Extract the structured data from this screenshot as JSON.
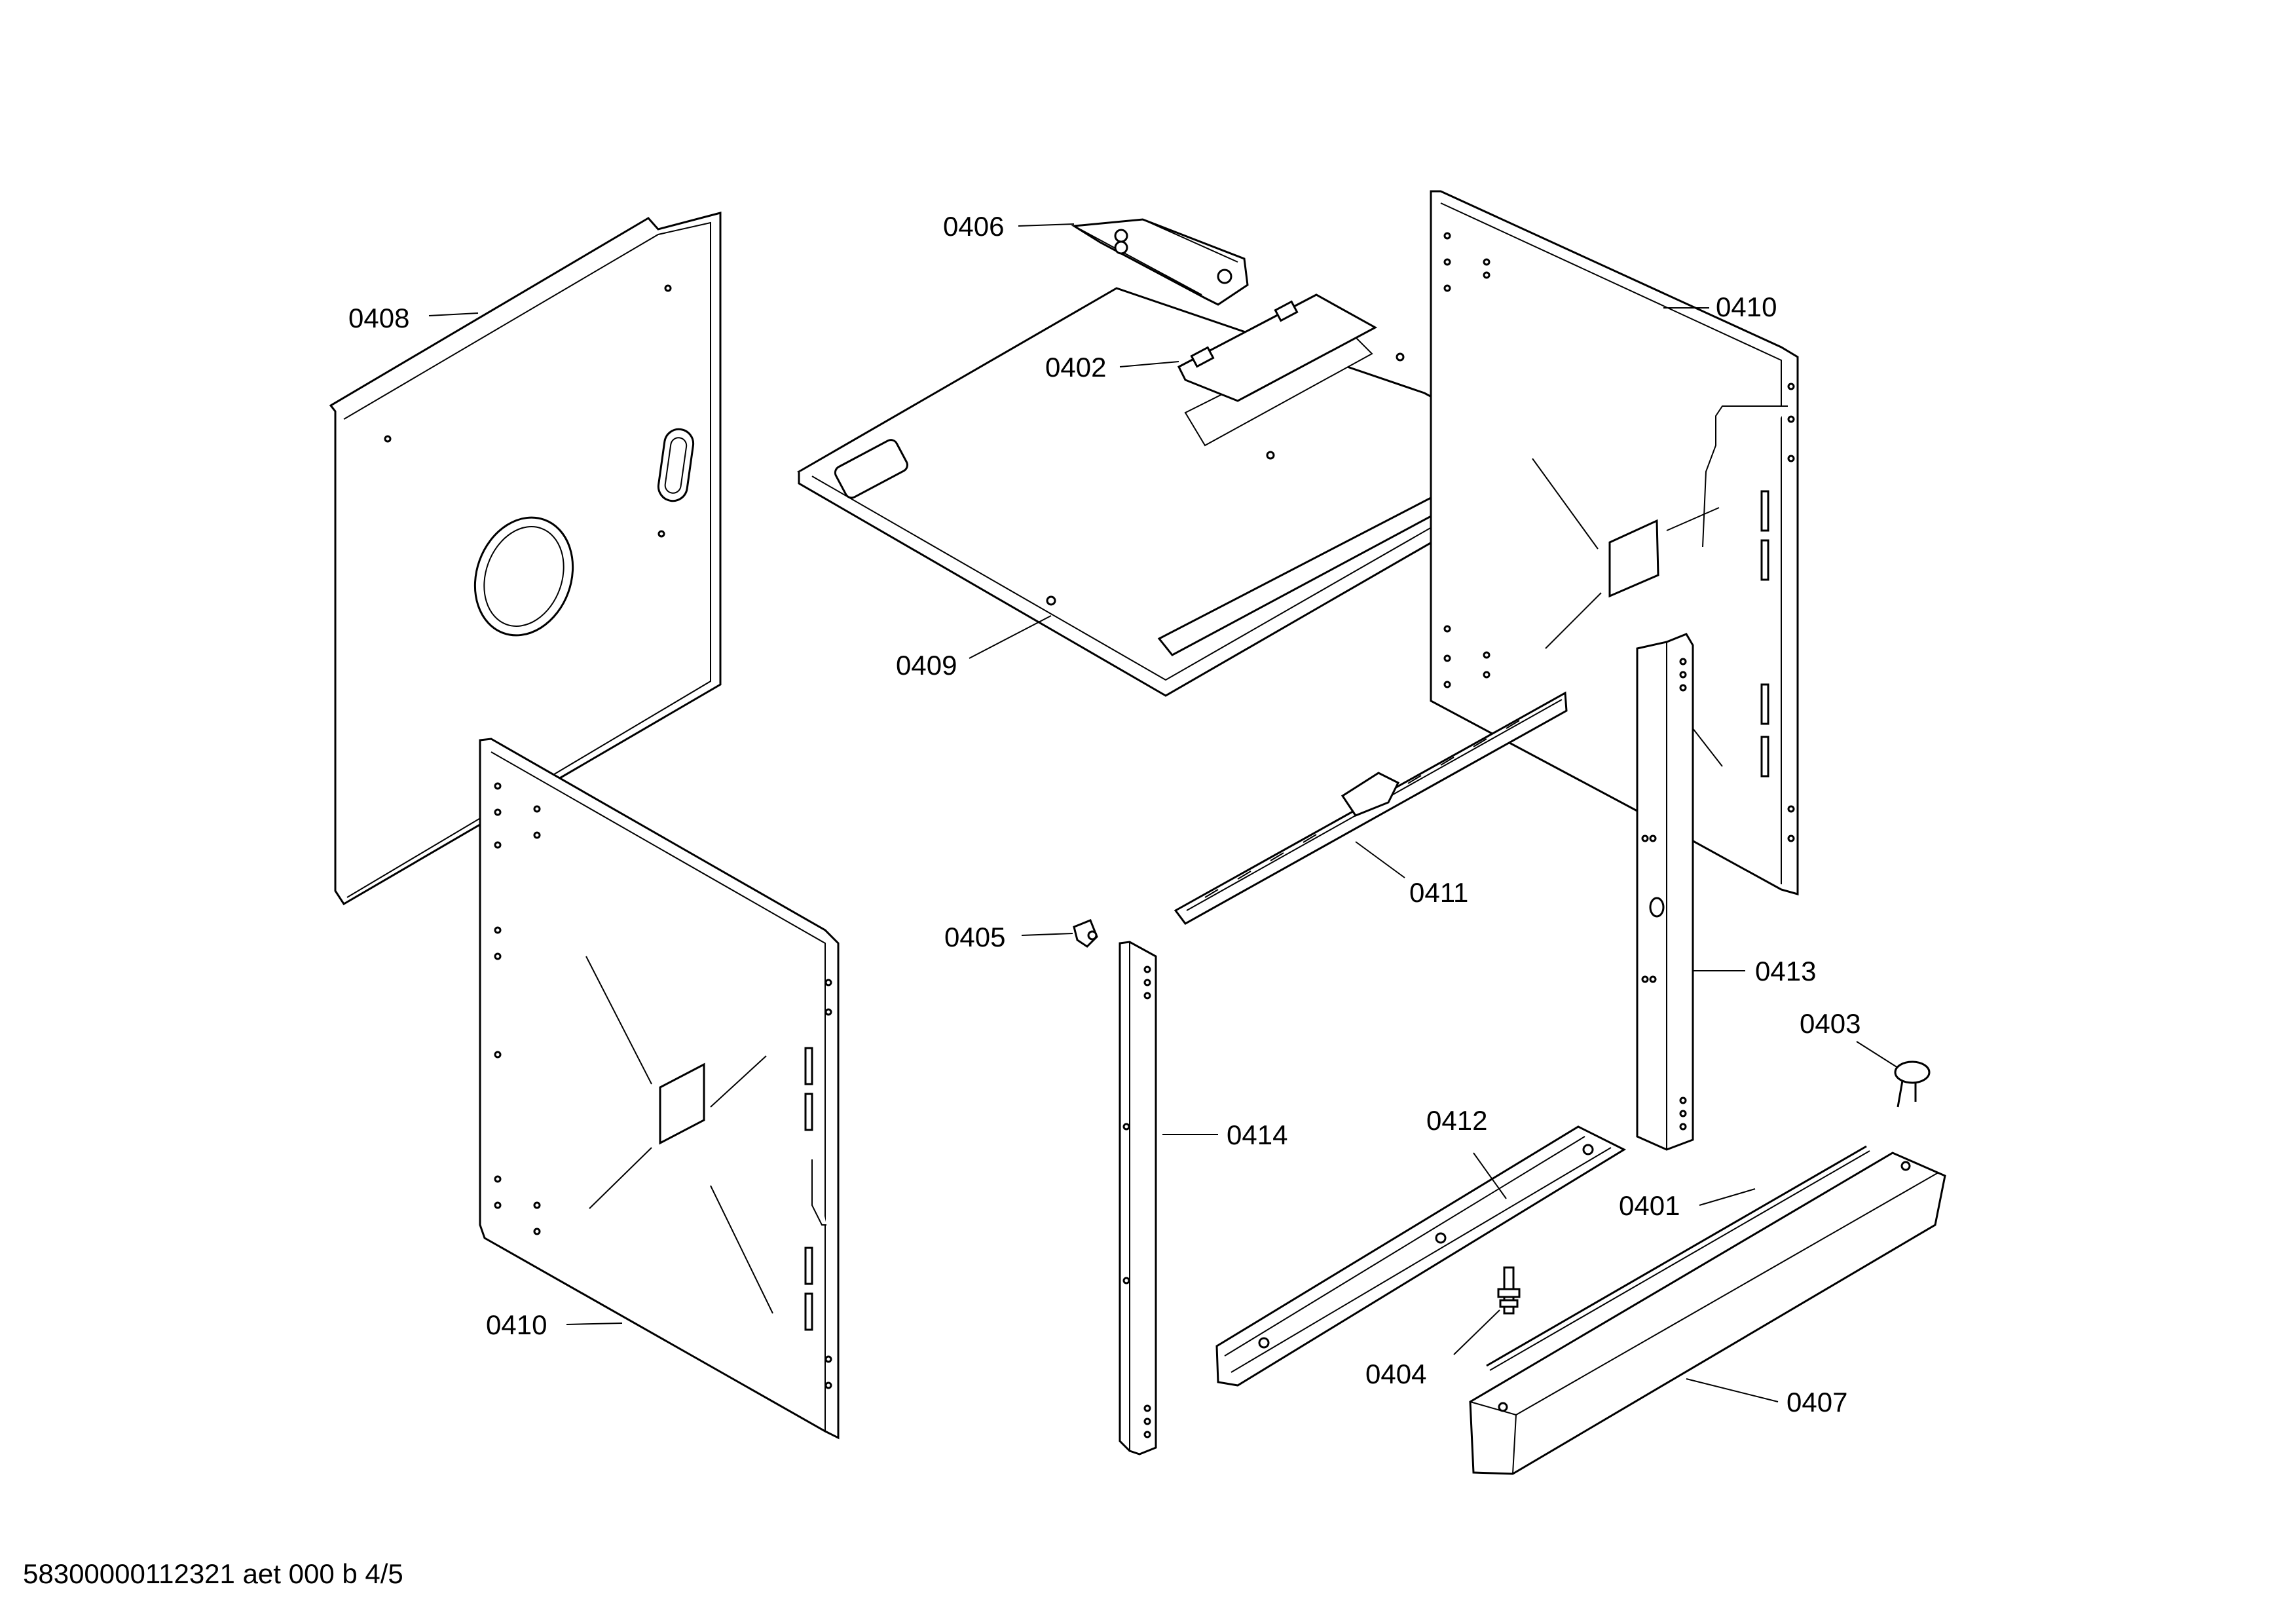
{
  "diagram": {
    "labels": {
      "p0401": "0401",
      "p0402": "0402",
      "p0403": "0403",
      "p0404": "0404",
      "p0405": "0405",
      "p0406": "0406",
      "p0407": "0407",
      "p0408": "0408",
      "p0409": "0409",
      "p0410_right": "0410",
      "p0410_left": "0410",
      "p0411": "0411",
      "p0412": "0412",
      "p0413": "0413",
      "p0414": "0414"
    },
    "footer": "58300000112321 aet 000 b 4/5"
  },
  "colors": {
    "line": "#000000",
    "background": "#ffffff"
  }
}
